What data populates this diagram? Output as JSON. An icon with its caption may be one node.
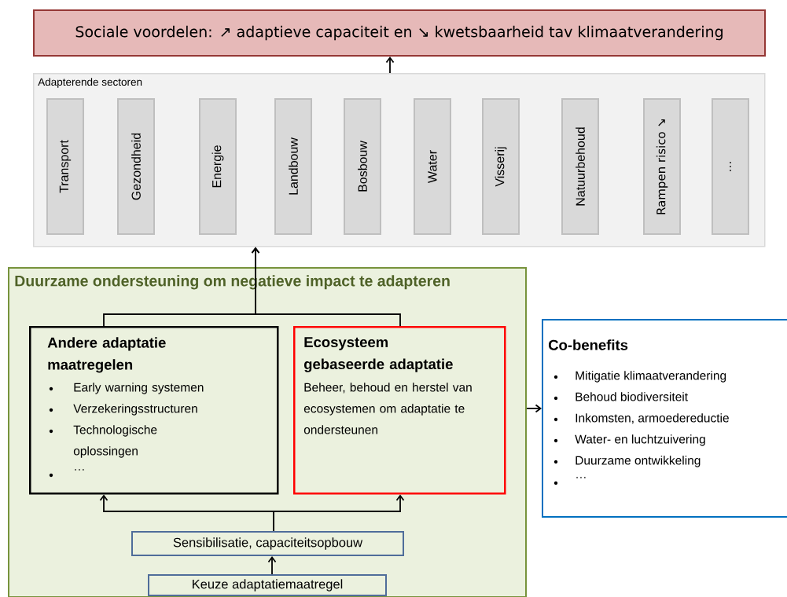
{
  "diagram": {
    "nodes": [
      {
        "text": [
          "Sociale voordelen: ↗ adaptieve capaciteit en ↘ kwetsbaarheid tav klimaatverandering"
        ]
      },
      {
        "text": [
          "Adapterende sectoren"
        ]
      },
      {
        "text": [
          "Transport"
        ],
        "in": 1
      },
      {
        "text": [
          "Gezondheid"
        ],
        "in": 1
      },
      {
        "text": [
          "Energie"
        ],
        "in": 1
      },
      {
        "text": [
          "Landbouw"
        ],
        "in": 1
      },
      {
        "text": [
          "Bosbouw"
        ],
        "in": 1
      },
      {
        "text": [
          "Water"
        ],
        "in": 1
      },
      {
        "text": [
          "Visserij"
        ],
        "in": 1
      },
      {
        "text": [
          "Natuurbehoud"
        ],
        "in": 1
      },
      {
        "text": [
          "Rampen risico ↘"
        ],
        "in": 1
      },
      {
        "text": [
          "…"
        ],
        "in": 1
      },
      {
        "text": [
          "Duurzame ondersteuning om negatieve impact te adapteren"
        ]
      },
      {
        "text": [
          "Andere adaptatie maatregelen",
          "Early warning systemen",
          "Verzekeringsstructuren",
          "Technologische oplossingen",
          "…"
        ],
        "in": 12
      },
      {
        "text": [
          "Ecosysteem gebaseerde adaptatie",
          "Beheer, behoud en herstel van ecosystemen om adaptatie te ondersteunen"
        ],
        "in": 12
      },
      {
        "text": [
          "Sensibilisatie, capaciteitsopbouw"
        ],
        "in": 12
      },
      {
        "text": [
          "Keuze adaptatiemaatregel"
        ],
        "in": 12
      },
      {
        "text": [
          "Co-benefits",
          "Mitigatie klimaatverandering",
          "Behoud biodiversiteit",
          "Inkomsten, armoedereductie",
          "Water- en luchtzuivering",
          "Duurzame ontwikkeling",
          "…"
        ]
      }
    ],
    "edges": [
      {
        "from": 1,
        "to": 0,
        "arrow": "to"
      },
      {
        "from": 13,
        "to": 1,
        "arrow": "to"
      },
      {
        "from": 14,
        "to": 1,
        "arrow": "to"
      },
      {
        "from": 15,
        "to": 13,
        "arrow": "to"
      },
      {
        "from": 15,
        "to": 14,
        "arrow": "to"
      },
      {
        "from": 16,
        "to": 15,
        "arrow": "to"
      },
      {
        "from": 12,
        "to": 17,
        "arrow": "to"
      }
    ]
  }
}
